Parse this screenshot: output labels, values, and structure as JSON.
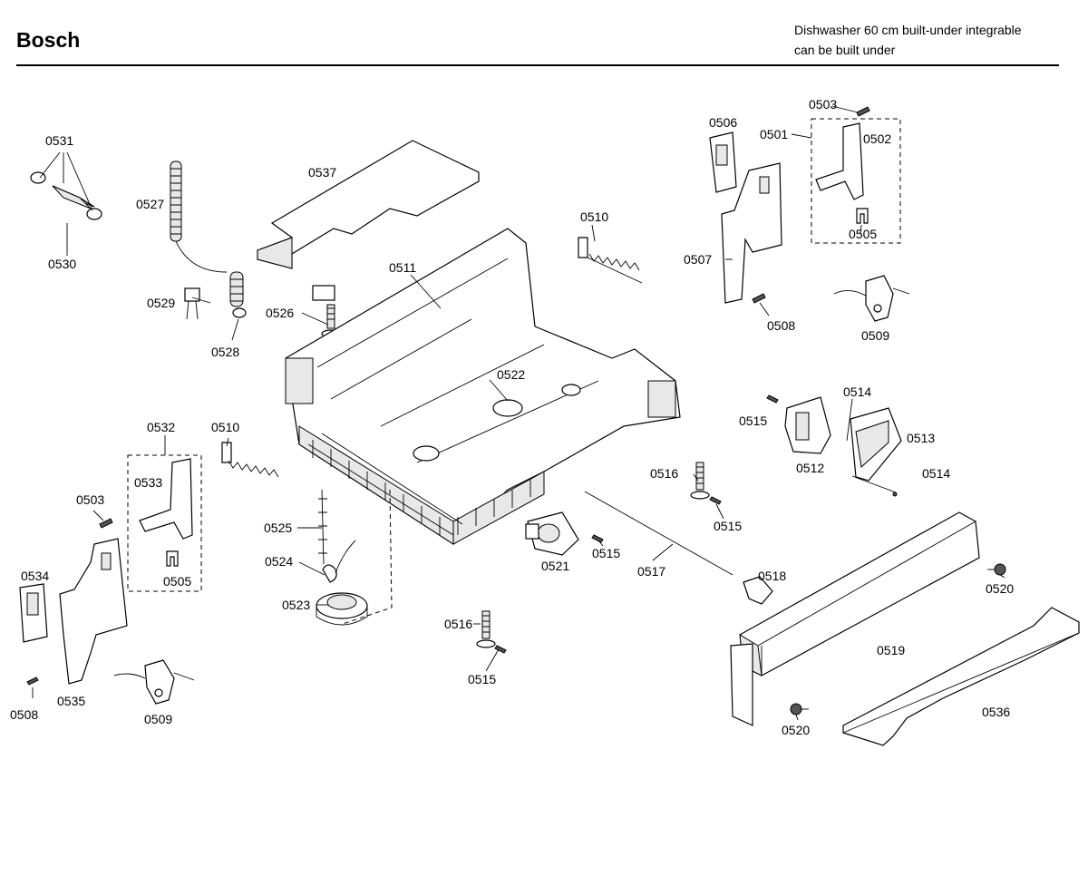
{
  "header": {
    "brand": "Bosch",
    "description_line1": "Dishwasher 60 cm built-under integrable",
    "description_line2": "can be built under"
  },
  "labels": {
    "l0531": "0531",
    "l0530": "0530",
    "l0527": "0527",
    "l0529": "0529",
    "l0528": "0528",
    "l0537": "0537",
    "l0511": "0511",
    "l0526": "0526",
    "l0510a": "0510",
    "l0510b": "0510",
    "l0522": "0522",
    "l0506": "0506",
    "l0501": "0501",
    "l0503a": "0503",
    "l0502": "0502",
    "l0505a": "0505",
    "l0507": "0507",
    "l0508a": "0508",
    "l0509a": "0509",
    "l0514a": "0514",
    "l0515a": "0515",
    "l0513": "0513",
    "l0512": "0512",
    "l0514b": "0514",
    "l0516a": "0516",
    "l0515b": "0515",
    "l0521": "0521",
    "l0515c": "0515",
    "l0517": "0517",
    "l0518": "0518",
    "l0520a": "0520",
    "l0519": "0519",
    "l0520b": "0520",
    "l0536": "0536",
    "l0532": "0532",
    "l0533": "0533",
    "l0503b": "0503",
    "l0505b": "0505",
    "l0534": "0534",
    "l0535": "0535",
    "l0508b": "0508",
    "l0509b": "0509",
    "l0525": "0525",
    "l0524": "0524",
    "l0523": "0523",
    "l0516b": "0516",
    "l0515d": "0515"
  }
}
